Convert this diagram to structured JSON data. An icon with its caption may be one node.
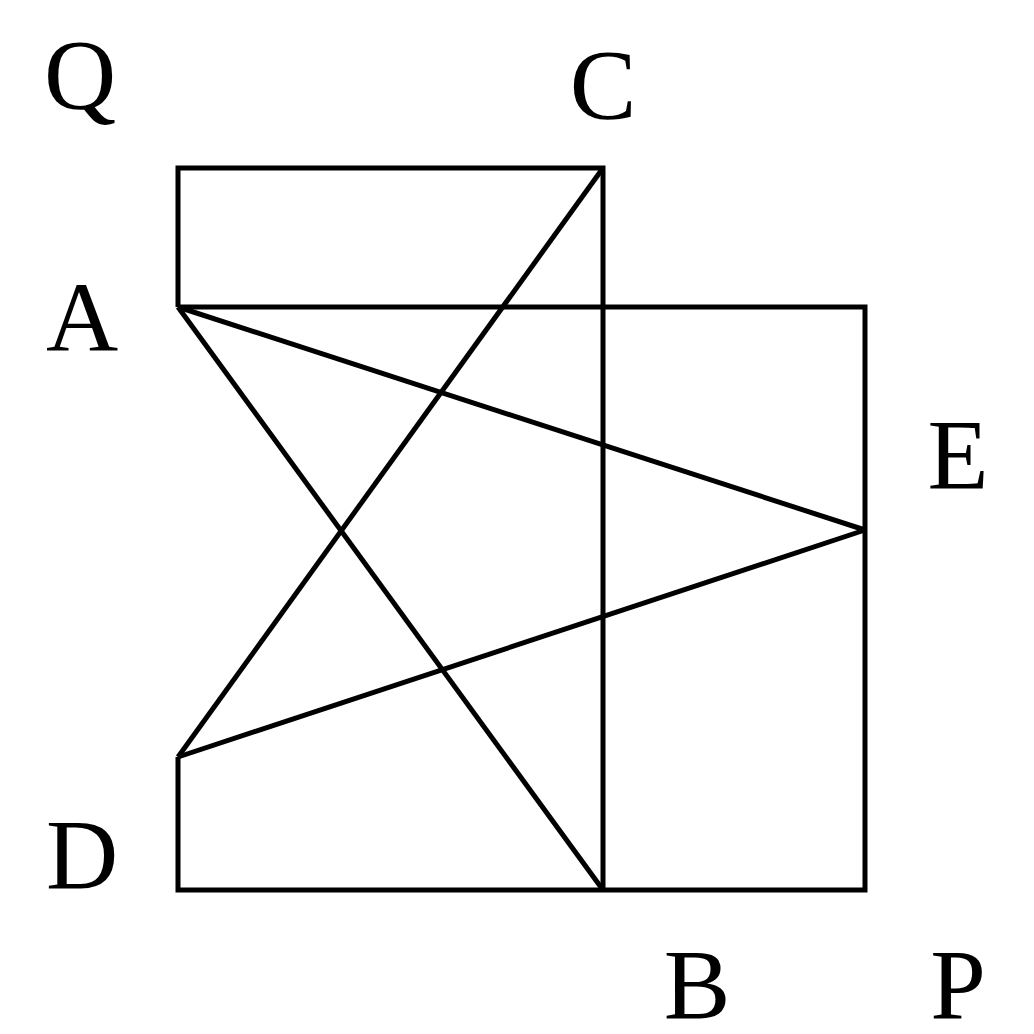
{
  "diagram": {
    "labels": [
      "Q",
      "C",
      "A",
      "E",
      "D",
      "B",
      "P"
    ]
  }
}
